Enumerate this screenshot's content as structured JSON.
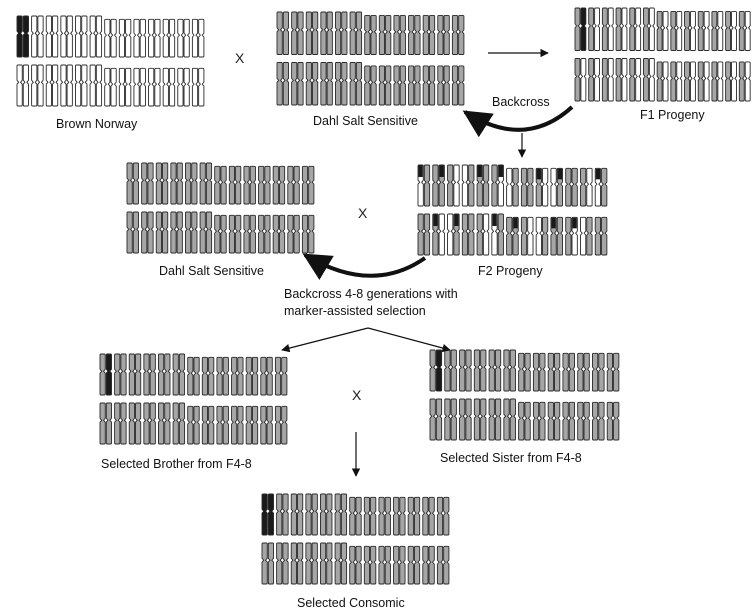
{
  "colors": {
    "dahl": "#a6a6a6",
    "brown_norway": "#1a1a1a",
    "outline": "#2a2a2a",
    "empty": "#ffffff",
    "arrow": "#111111"
  },
  "labels": {
    "brown_norway": "Brown Norway",
    "dahl_top": "Dahl Salt Sensitive",
    "f1": "F1 Progeny",
    "backcross": "Backcross",
    "dahl_mid": "Dahl Salt Sensitive",
    "f2": "F2 Progeny",
    "backcross_gen_line1": "Backcross 4-8 generations with",
    "backcross_gen_line2": "marker-assisted selection",
    "brother": "Selected Brother from F4-8",
    "sister": "Selected Sister from F4-8",
    "consomic": "Selected Consomic"
  },
  "cross_symbols": {
    "top": "X",
    "middle": "X",
    "bottom": "X"
  },
  "karyotypes": [
    {
      "id": "brown-norway",
      "fill": "empty",
      "bn_first_pair": true
    },
    {
      "id": "dahl-top",
      "fill": "dahl"
    },
    {
      "id": "f1",
      "fill": "mixed",
      "bn_first_chromosome": true
    },
    {
      "id": "dahl-mid",
      "fill": "dahl"
    },
    {
      "id": "f2",
      "fill": "recombinant"
    },
    {
      "id": "brother",
      "fill": "dahl",
      "bn_first_chromosome": true
    },
    {
      "id": "sister",
      "fill": "dahl",
      "bn_first_chromosome": true
    },
    {
      "id": "consomic",
      "fill": "dahl",
      "bn_first_pair": true
    }
  ]
}
